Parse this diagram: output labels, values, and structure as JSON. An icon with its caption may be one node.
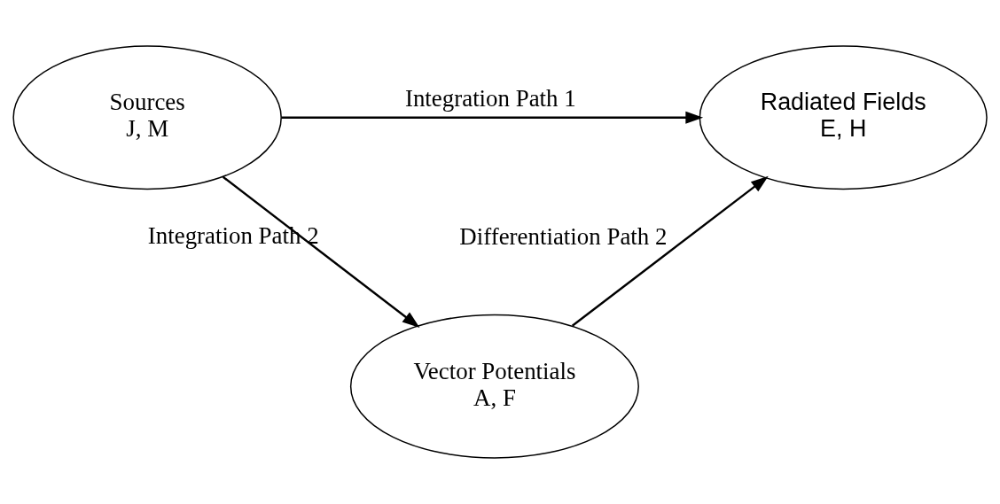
{
  "diagram": {
    "nodes": [
      {
        "text": [
          "Sources",
          "J, M"
        ]
      },
      {
        "text": [
          "Radiated Fields",
          "E, H"
        ]
      },
      {
        "text": [
          "Vector Potentials",
          "A, F"
        ]
      }
    ],
    "edges": [
      {
        "from": 0,
        "to": 1,
        "arrow": "to",
        "label": "Integration Path 1"
      },
      {
        "from": 0,
        "to": 2,
        "arrow": "to",
        "label": "Integration Path 2"
      },
      {
        "from": 2,
        "to": 1,
        "arrow": "to",
        "label": "Differentiation Path 2"
      }
    ]
  }
}
